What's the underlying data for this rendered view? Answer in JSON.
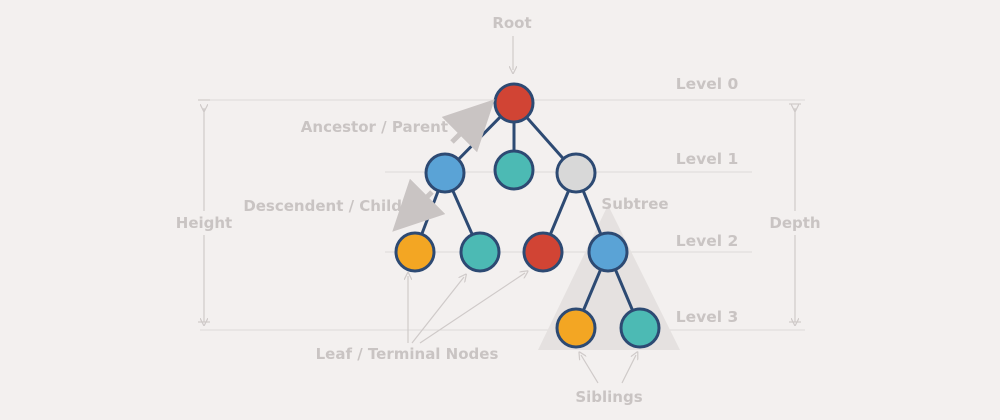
{
  "labels": {
    "root": "Root",
    "ancestor": "Ancestor / Parent",
    "descendent": "Descendent / Child",
    "height": "Height",
    "depth": "Depth",
    "subtree": "Subtree",
    "leaf": "Leaf / Terminal Nodes",
    "siblings": "Siblings"
  },
  "levels": [
    "Level 0",
    "Level 1",
    "Level 2",
    "Level 3"
  ],
  "colors": {
    "red": "#d14434",
    "blue": "#5aa3d6",
    "teal": "#4cbab4",
    "gray": "#d8d8d8",
    "orange": "#f3a623",
    "stroke": "#2d4a73",
    "guide": "#dedad9",
    "annotation": "#c9c4c3"
  }
}
